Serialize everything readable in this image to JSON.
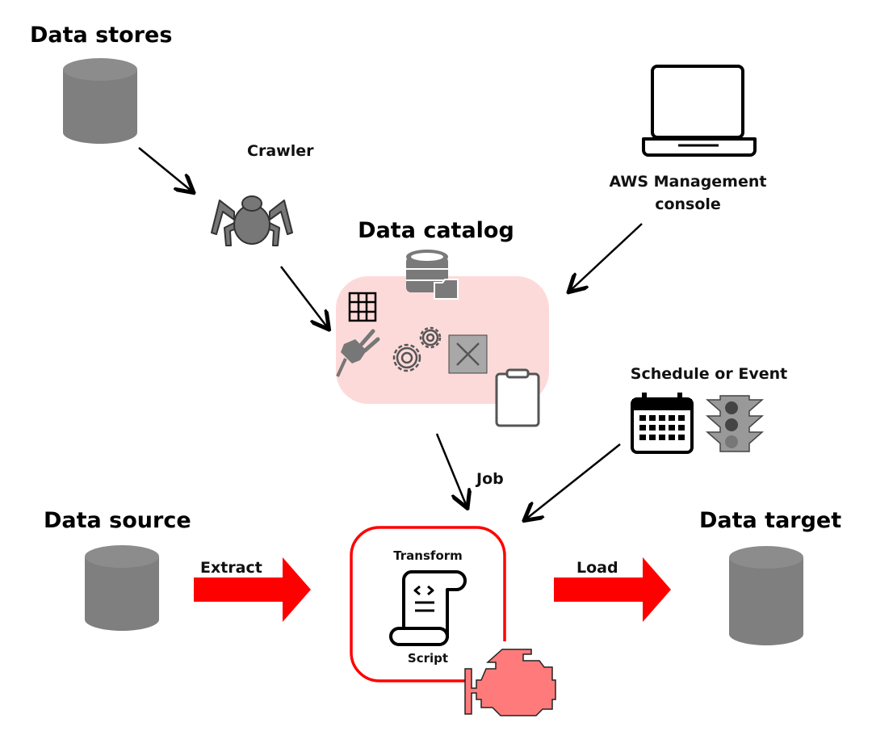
{
  "labels": {
    "data_stores": "Data stores",
    "crawler": "Crawler",
    "data_catalog": "Data catalog",
    "aws_console_line1": "AWS Management",
    "aws_console_line2": "console",
    "schedule_or_event": "Schedule or Event",
    "job": "Job",
    "data_source": "Data source",
    "extract": "Extract",
    "transform": "Transform",
    "script": "Script",
    "load": "Load",
    "data_target": "Data target"
  },
  "colors": {
    "accent_red": "#ff0000",
    "catalog_bg": "#fddada",
    "engine": "#ff7b7b",
    "icon_gray": "#7a7a7a"
  }
}
